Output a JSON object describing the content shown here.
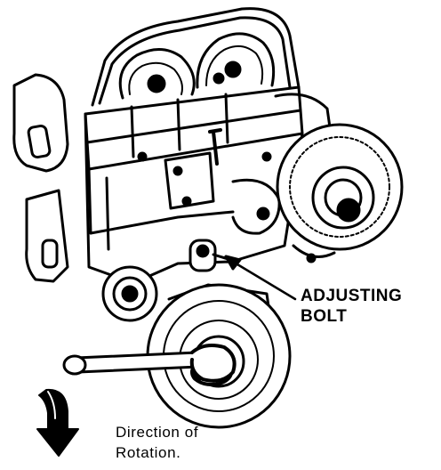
{
  "callout": {
    "line1": "ADJUSTING",
    "line2": "BOLT"
  },
  "rotation_note": {
    "line1": "Direction of",
    "line2": "Rotation."
  },
  "colors": {
    "ink": "#000000",
    "paper": "#ffffff"
  }
}
